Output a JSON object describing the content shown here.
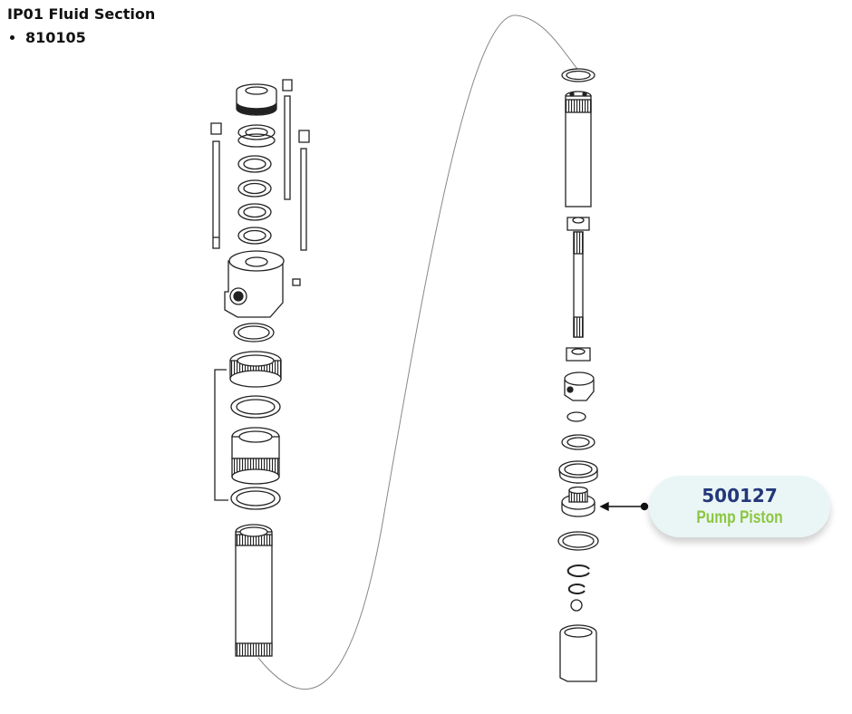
{
  "header": {
    "title": "IP01 Fluid Section",
    "bullets": [
      "810105"
    ]
  },
  "callout": {
    "part_number": "500127",
    "part_name": "Pump Piston",
    "number_color": "#23387a",
    "name_color": "#8cc63f"
  }
}
